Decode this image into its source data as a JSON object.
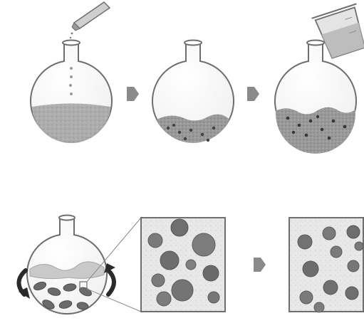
{
  "diagram": {
    "steps": [
      {
        "id": "step-1",
        "description_label": ""
      },
      {
        "id": "step-2",
        "description_label": ""
      },
      {
        "id": "step-3",
        "description_label": ""
      },
      {
        "id": "step-4",
        "description_label": ""
      },
      {
        "id": "step-5",
        "description_label": ""
      },
      {
        "id": "step-6",
        "description_label": ""
      }
    ],
    "colors": {
      "outline": "#6e6e6e",
      "liquid": "#b0b0b0",
      "liquid_dark": "#8f8f8f",
      "particle": "#6a6a6a",
      "arrow": "#8a8a8a",
      "rotation_arrow": "#2a2a2a",
      "inset_bg": "#e9e9e9"
    },
    "icons": [
      "pipette-icon",
      "beaker-icon",
      "rotation-arrow-icon",
      "step-arrow-icon"
    ]
  }
}
